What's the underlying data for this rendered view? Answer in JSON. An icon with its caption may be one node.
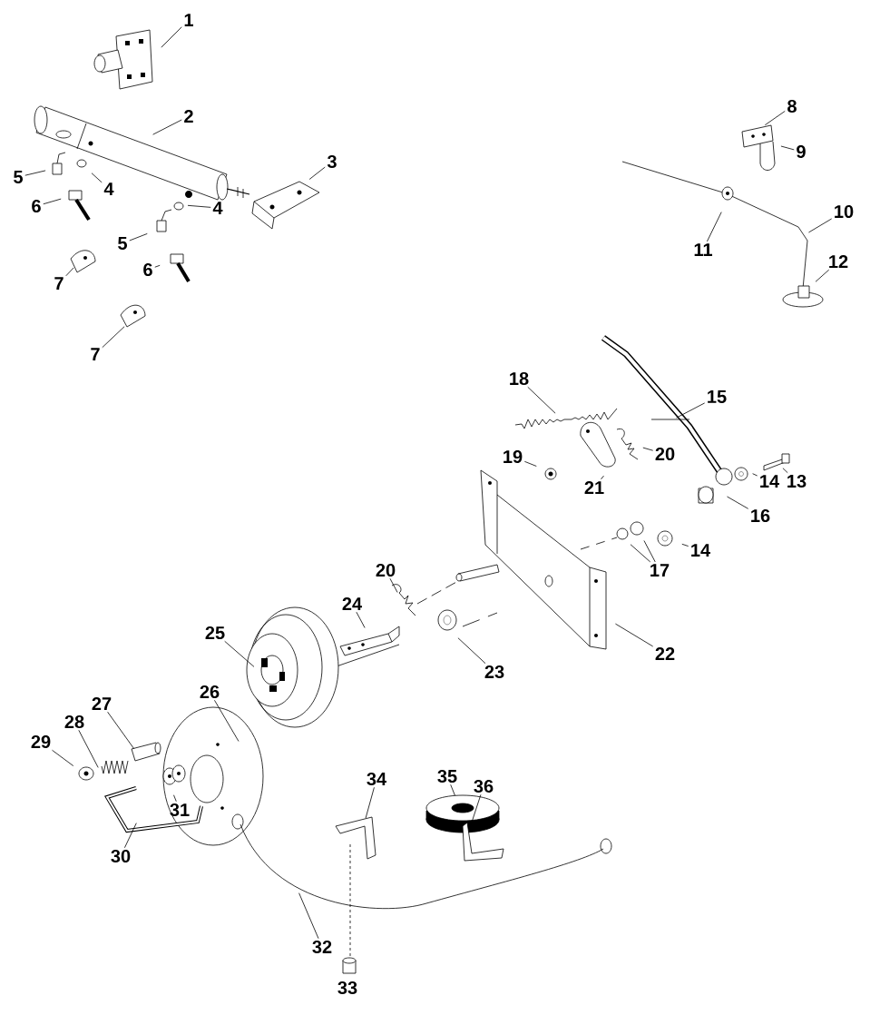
{
  "diagram": {
    "nodes": [
      {
        "text": [
          "1"
        ]
      },
      {
        "text": [
          "2"
        ]
      },
      {
        "text": [
          "3"
        ]
      },
      {
        "text": [
          "4"
        ]
      },
      {
        "text": [
          "5"
        ]
      },
      {
        "text": [
          "6"
        ]
      },
      {
        "text": [
          "7"
        ]
      },
      {
        "text": [
          "4"
        ]
      },
      {
        "text": [
          "5"
        ]
      },
      {
        "text": [
          "6"
        ]
      },
      {
        "text": [
          "7"
        ]
      },
      {
        "text": [
          "8"
        ]
      },
      {
        "text": [
          "9"
        ]
      },
      {
        "text": [
          "10"
        ]
      },
      {
        "text": [
          "11"
        ]
      },
      {
        "text": [
          "12"
        ]
      },
      {
        "text": [
          "18"
        ]
      },
      {
        "text": [
          "15"
        ]
      },
      {
        "text": [
          "19"
        ]
      },
      {
        "text": [
          "20"
        ]
      },
      {
        "text": [
          "13"
        ]
      },
      {
        "text": [
          "14"
        ]
      },
      {
        "text": [
          "21"
        ]
      },
      {
        "text": [
          "16"
        ]
      },
      {
        "text": [
          "14"
        ]
      },
      {
        "text": [
          "17"
        ]
      },
      {
        "text": [
          "20"
        ]
      },
      {
        "text": [
          "24"
        ]
      },
      {
        "text": [
          "22"
        ]
      },
      {
        "text": [
          "23"
        ]
      },
      {
        "text": [
          "25"
        ]
      },
      {
        "text": [
          "26"
        ]
      },
      {
        "text": [
          "27"
        ]
      },
      {
        "text": [
          "28"
        ]
      },
      {
        "text": [
          "29"
        ]
      },
      {
        "text": [
          "31"
        ]
      },
      {
        "text": [
          "30"
        ]
      },
      {
        "text": [
          "34"
        ]
      },
      {
        "text": [
          "35"
        ]
      },
      {
        "text": [
          "36"
        ]
      },
      {
        "text": [
          "32"
        ]
      }
    ],
    "edges": [
      {
        "from": 0,
        "to": null,
        "arrow": "none"
      },
      {
        "from": 1,
        "to": null,
        "arrow": "none"
      },
      {
        "from": 2,
        "to": null,
        "arrow": "none"
      },
      {
        "from": 3,
        "to": null,
        "arrow": "none"
      },
      {
        "from": 4,
        "to": null,
        "arrow": "none"
      },
      {
        "from": 5,
        "to": null,
        "arrow": "none"
      },
      {
        "from": 6,
        "to": null,
        "arrow": "none"
      },
      {
        "from": 7,
        "to": null,
        "arrow": "none"
      },
      {
        "from": 8,
        "to": null,
        "arrow": "none"
      },
      {
        "from": 9,
        "to": null,
        "arrow": "none"
      },
      {
        "from": 10,
        "to": null,
        "arrow": "none"
      },
      {
        "from": 11,
        "to": null,
        "arrow": "none"
      },
      {
        "from": 12,
        "to": null,
        "arrow": "none"
      },
      {
        "from": 13,
        "to": null,
        "arrow": "none"
      },
      {
        "from": 14,
        "to": null,
        "arrow": "none"
      },
      {
        "from": 15,
        "to": null,
        "arrow": "none"
      },
      {
        "from": 16,
        "to": null,
        "arrow": "none"
      },
      {
        "from": 17,
        "to": null,
        "arrow": "none"
      },
      {
        "from": 18,
        "to": null,
        "arrow": "none"
      },
      {
        "from": 19,
        "to": null,
        "arrow": "none"
      },
      {
        "from": 20,
        "to": null,
        "arrow": "none"
      },
      {
        "from": 21,
        "to": null,
        "arrow": "none"
      },
      {
        "from": 22,
        "to": null,
        "arrow": "none"
      },
      {
        "from": 23,
        "to": null,
        "arrow": "none"
      },
      {
        "from": 24,
        "to": null,
        "arrow": "none"
      },
      {
        "from": 25,
        "to": null,
        "arrow": "none"
      },
      {
        "from": 25,
        "to": null,
        "arrow": "none"
      },
      {
        "from": 26,
        "to": null,
        "arrow": "none"
      },
      {
        "from": 27,
        "to": null,
        "arrow": "none"
      },
      {
        "from": 28,
        "to": null,
        "arrow": "none"
      },
      {
        "from": 29,
        "to": null,
        "arrow": "none"
      },
      {
        "from": 30,
        "to": null,
        "arrow": "none"
      },
      {
        "from": 31,
        "to": null,
        "arrow": "none"
      },
      {
        "from": 32,
        "to": null,
        "arrow": "none"
      },
      {
        "from": 33,
        "to": null,
        "arrow": "none"
      },
      {
        "from": 34,
        "to": null,
        "arrow": "none"
      },
      {
        "from": 35,
        "to": null,
        "arrow": "none"
      },
      {
        "from": 36,
        "to": null,
        "arrow": "none"
      },
      {
        "from": 37,
        "to": null,
        "arrow": "none"
      },
      {
        "from": 38,
        "to": null,
        "arrow": "none"
      },
      {
        "from": 39,
        "to": null,
        "arrow": "none"
      },
      {
        "from": 40,
        "to": null,
        "arrow": "none"
      }
    ],
    "labels": [
      "33"
    ]
  }
}
